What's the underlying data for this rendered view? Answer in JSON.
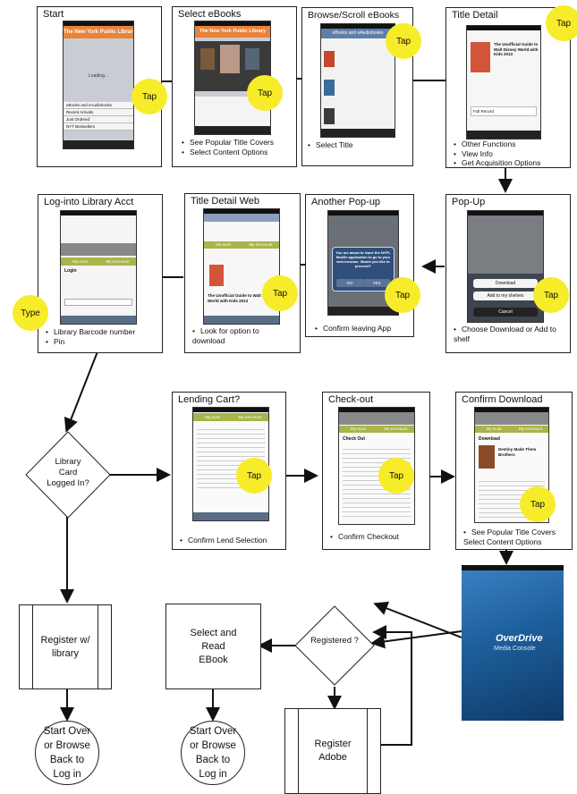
{
  "panels": [
    {
      "id": "start",
      "title": "Start",
      "bullets": []
    },
    {
      "id": "select",
      "title": "Select eBooks",
      "bullets": [
        "See Popular Title Covers",
        "Select Content Options"
      ]
    },
    {
      "id": "browse",
      "title": "Browse/Scroll eBooks",
      "bullets": [
        "Select Title"
      ]
    },
    {
      "id": "title-detail",
      "title": "Title Detail",
      "bullets": [
        "Other Functions",
        "View Info",
        "Get Acquisition Options"
      ]
    },
    {
      "id": "login",
      "title": "Log-into Library Acct",
      "bullets": [
        "Library Barcode number",
        "Pin"
      ]
    },
    {
      "id": "web",
      "title": "Title Detail Web",
      "bullets": [
        "Look for option to download"
      ]
    },
    {
      "id": "another",
      "title": "Another Pop-up",
      "bullets": [
        "Confirm leaving App"
      ]
    },
    {
      "id": "popup",
      "title": "Pop-Up",
      "bullets": [
        "Choose Download or Add to shelf"
      ]
    },
    {
      "id": "lending",
      "title": "Lending Cart?",
      "bullets": [
        "Confirm Lend Selection"
      ]
    },
    {
      "id": "checkout",
      "title": "Check-out",
      "bullets": [
        "Confirm Checkout"
      ]
    },
    {
      "id": "confirm",
      "title": "Confirm Download",
      "bullets": [
        "See Popular Title Covers Select Content Options"
      ]
    }
  ],
  "callouts": {
    "tap": "Tap",
    "type": "Type"
  },
  "screens": {
    "library_header": "The New York Public Library",
    "loading": "Loading...",
    "start_menu": [
      "eBooks and eAudiobooks",
      "Recent Arrivals",
      "Just Ordered",
      "NYT Bestsellers"
    ],
    "browse_header": "eBooks and eAudiobooks",
    "book_title": "The Unofficial Guide to Walt Disney World with Kids 2013",
    "full_record": "Full Record",
    "popup_buttons": [
      "Download",
      "Add to my shelves",
      "Cancel"
    ],
    "alert_text": "You are about to leave the NYPL Mobile application to go to your web browser. Would you like to proceed?",
    "alert_buttons": [
      "NO",
      "YES"
    ],
    "login_heading": "Login",
    "my_elist": "My eList",
    "my_edownload": "My eAccount",
    "checkout_heading": "Check Out",
    "confirm_heading": "Download",
    "confirm_book": "Destiny Made Them Brothers",
    "overdrive_brand": "OverDrive",
    "overdrive_sub": "Media Console"
  },
  "decision_library": "Library Card Logged In?",
  "decision_registered": "Registered ?",
  "boxes": {
    "register_library": "Register w/ library",
    "select_read": "Select and Read EBook",
    "register_adobe": "Register Adobe"
  },
  "terminals": {
    "left": "Start Over or Browse Back to Log in",
    "right": "Start Over or Browse Back to Log in"
  },
  "colors": {
    "tap_yellow": "#f7ec29",
    "library_orange": "#e8833a",
    "olive": "#a9b44a",
    "overdrive_blue": "#1d5f9b"
  }
}
